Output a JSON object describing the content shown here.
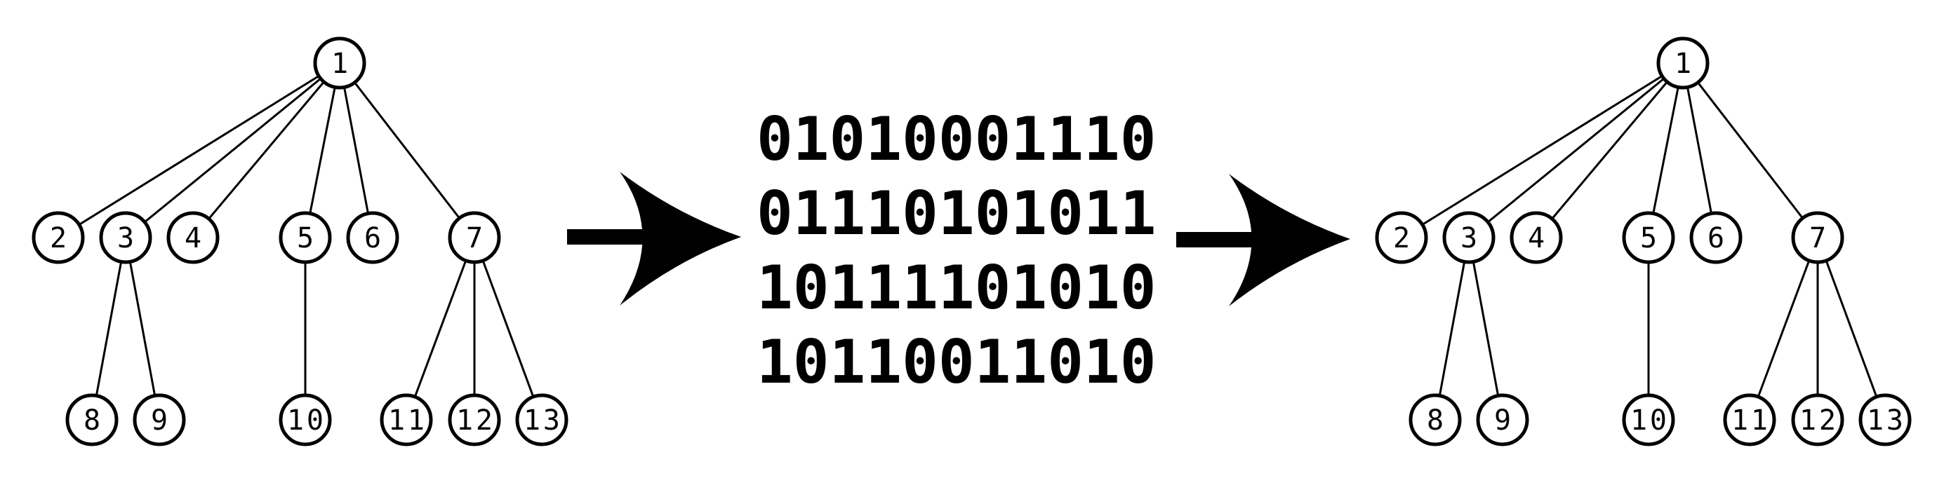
{
  "colors": {
    "ink": "#000000",
    "background": "#ffffff"
  },
  "trees": [
    {
      "id": "input-tree",
      "edges": [
        [
          "1",
          "2"
        ],
        [
          "1",
          "3"
        ],
        [
          "1",
          "4"
        ],
        [
          "1",
          "5"
        ],
        [
          "1",
          "6"
        ],
        [
          "1",
          "7"
        ],
        [
          "3",
          "8"
        ],
        [
          "3",
          "9"
        ],
        [
          "5",
          "10"
        ],
        [
          "7",
          "11"
        ],
        [
          "7",
          "12"
        ],
        [
          "7",
          "13"
        ]
      ],
      "nodes": [
        "1",
        "2",
        "3",
        "4",
        "5",
        "6",
        "7",
        "8",
        "9",
        "10",
        "11",
        "12",
        "13"
      ]
    },
    {
      "id": "output-tree",
      "edges": [
        [
          "1",
          "2"
        ],
        [
          "1",
          "3"
        ],
        [
          "1",
          "4"
        ],
        [
          "1",
          "5"
        ],
        [
          "1",
          "6"
        ],
        [
          "1",
          "7"
        ],
        [
          "3",
          "8"
        ],
        [
          "3",
          "9"
        ],
        [
          "5",
          "10"
        ],
        [
          "7",
          "11"
        ],
        [
          "7",
          "12"
        ],
        [
          "7",
          "13"
        ]
      ],
      "nodes": [
        "1",
        "2",
        "3",
        "4",
        "5",
        "6",
        "7",
        "8",
        "9",
        "10",
        "11",
        "12",
        "13"
      ]
    }
  ],
  "encoding": {
    "lines": [
      "01010001110",
      "01110101011",
      "10111101010",
      "10110011010"
    ]
  },
  "icons": {
    "arrows": [
      "encode-arrow-icon",
      "decode-arrow-icon"
    ]
  }
}
